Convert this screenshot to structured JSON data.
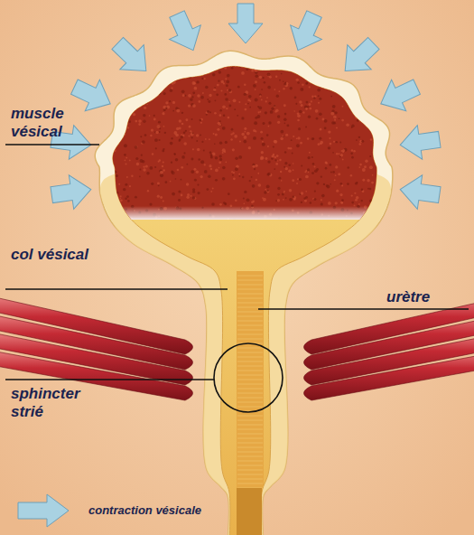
{
  "diagram": {
    "labels": [
      "muscle vésical",
      "col vésical",
      "urètre",
      "sphincter strié"
    ],
    "legend": [
      {
        "text": "contraction vésicale"
      }
    ]
  }
}
